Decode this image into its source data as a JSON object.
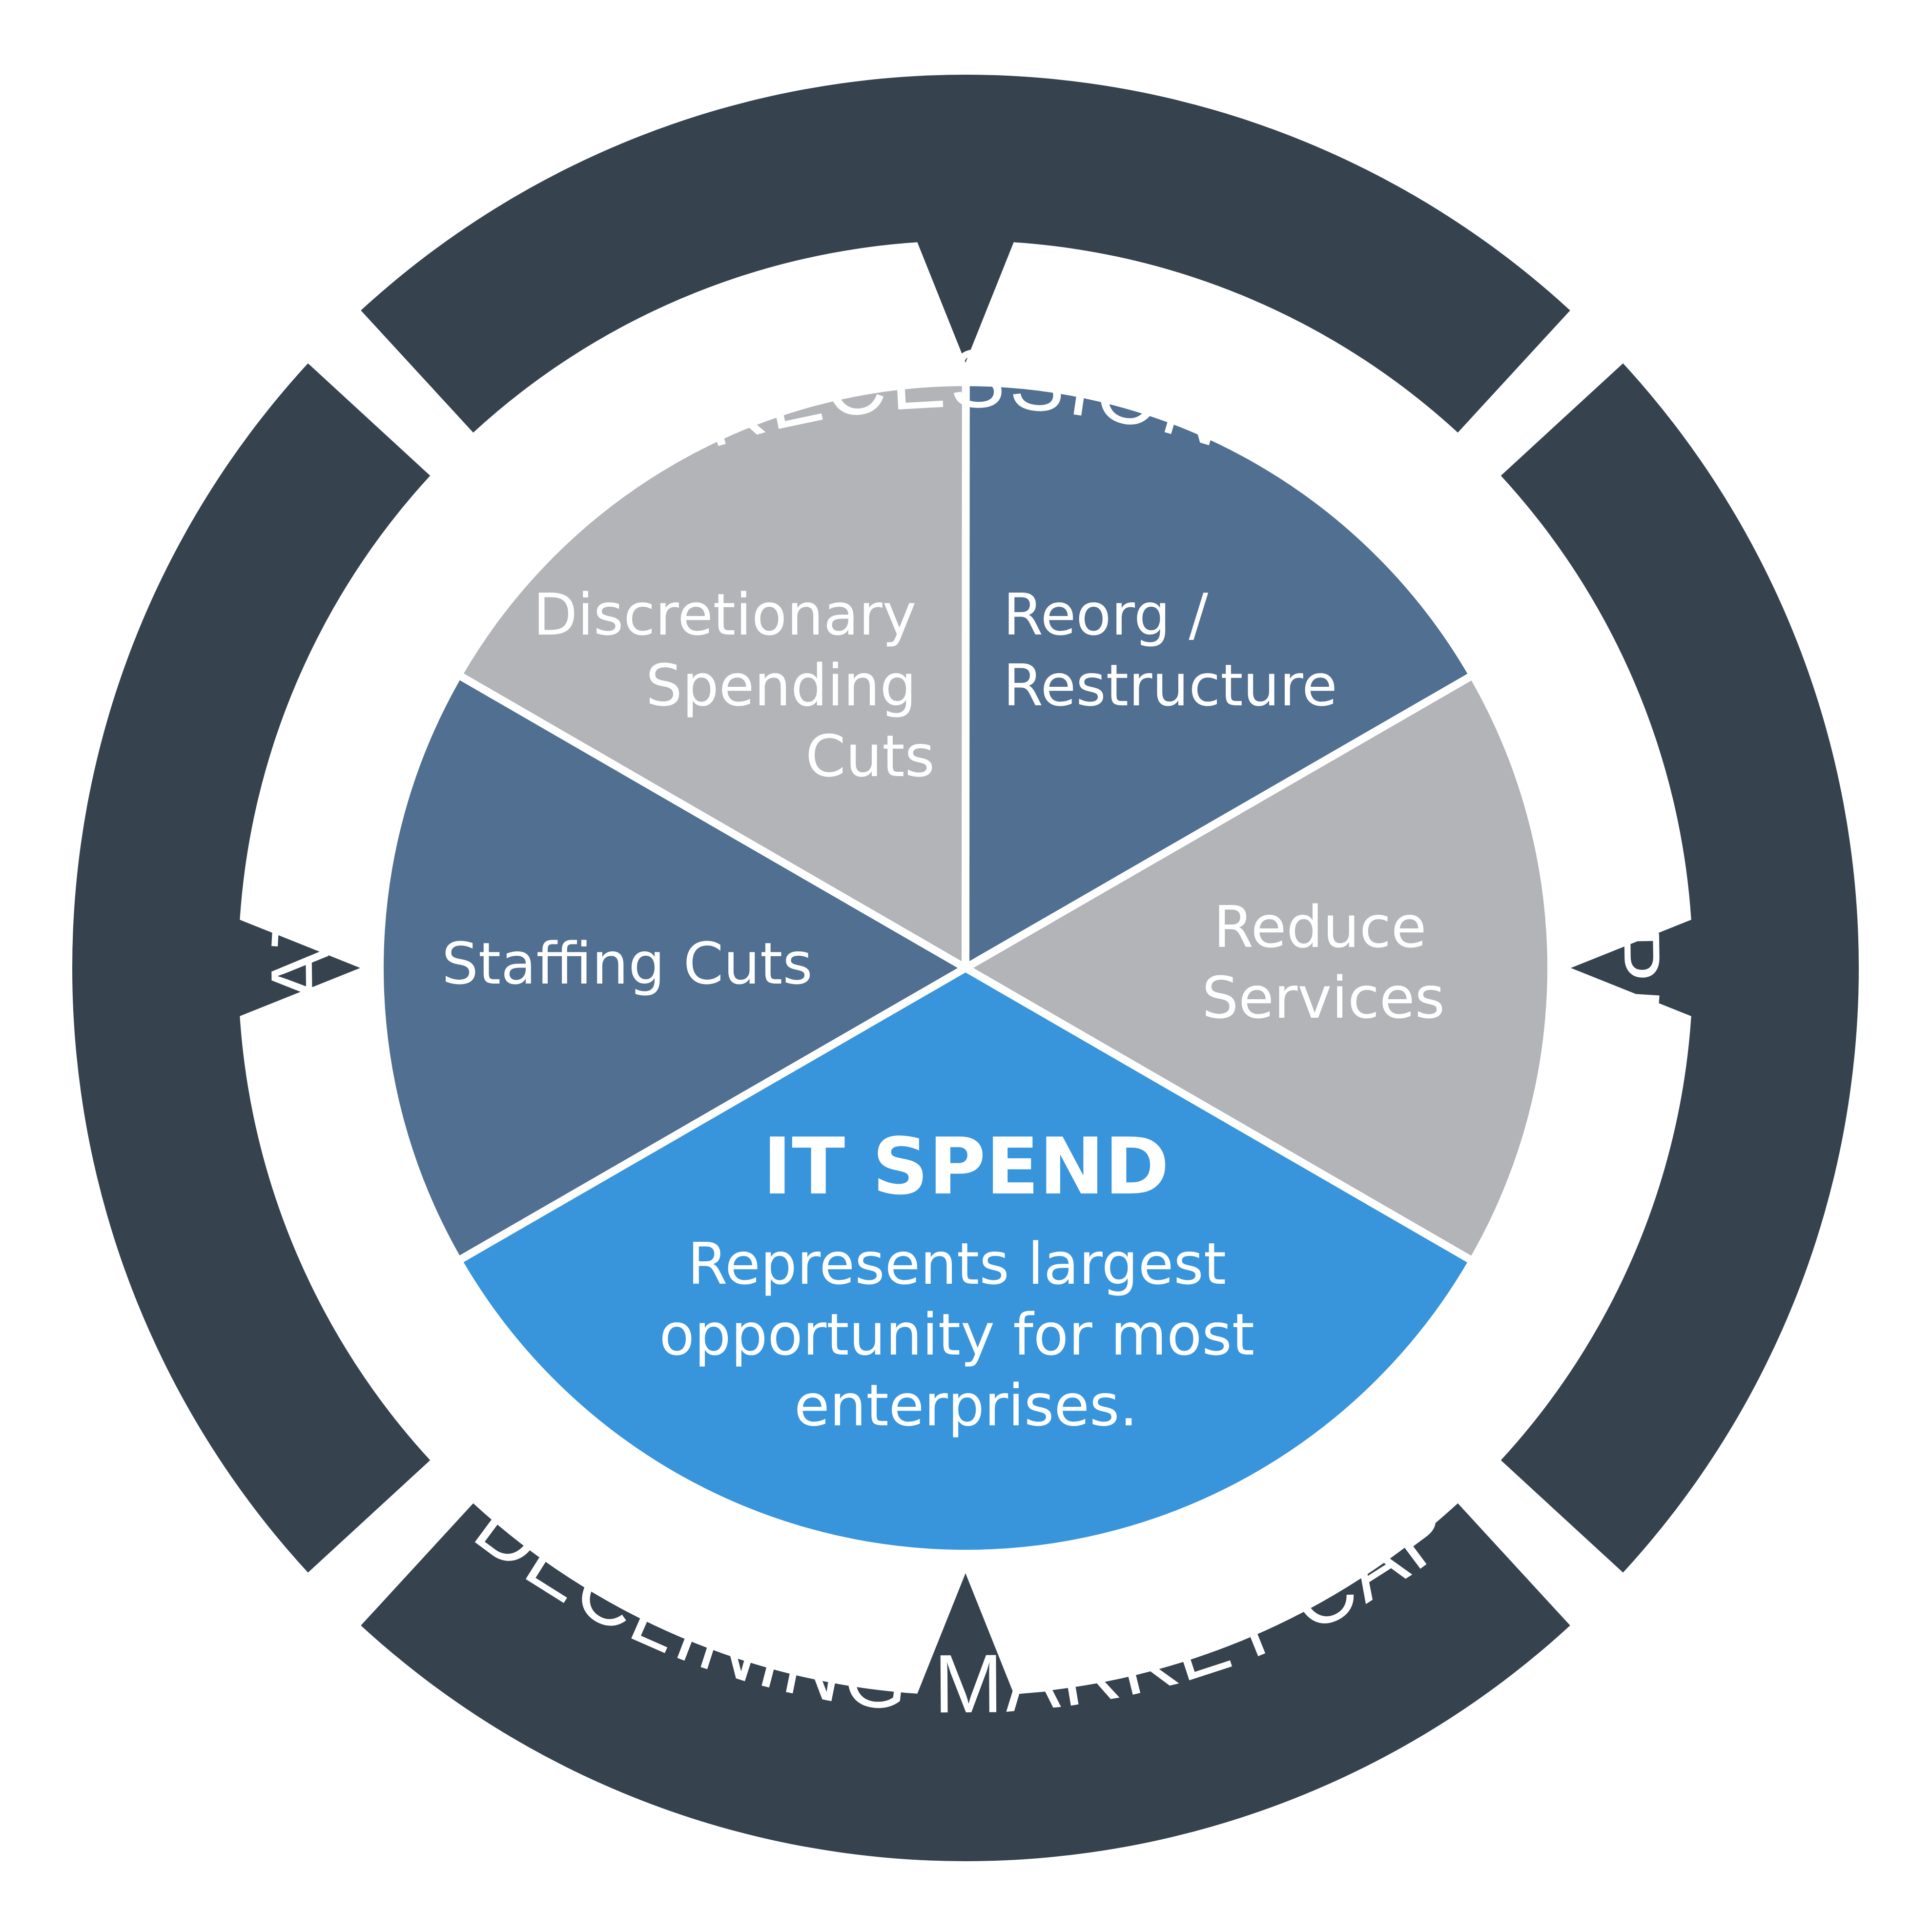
{
  "colors": {
    "ring": "#36434F",
    "slate_blue": "#516F91",
    "gray": "#B3B4B8",
    "highlight_blue": "#3895DB",
    "text": "#FFFFFF",
    "background": "#FFFFFF"
  },
  "outer_ring": {
    "segments": [
      {
        "id": "recession",
        "label": "RECESSION",
        "position": "top"
      },
      {
        "id": "rising-input-costs",
        "label": "RISING INPUT COSTS",
        "position": "right"
      },
      {
        "id": "declining-market-cap",
        "label": "DECLINING MARKET CAP",
        "position": "bottom"
      },
      {
        "id": "inflation",
        "label": "INFLATION",
        "position": "left"
      }
    ]
  },
  "pie": {
    "slices": [
      {
        "id": "reorg-restructure",
        "lines": [
          "Reorg /",
          "Restructure"
        ],
        "color": "#516F91",
        "share": 0.1667
      },
      {
        "id": "reduce-services",
        "lines": [
          "Reduce",
          "Services"
        ],
        "color": "#B3B4B8",
        "share": 0.1667
      },
      {
        "id": "it-spend",
        "title": "IT SPEND",
        "lines": [
          "Represents largest",
          "opportunity for most",
          "enterprises."
        ],
        "color": "#3895DB",
        "share": 0.3333
      },
      {
        "id": "staffing-cuts",
        "lines": [
          "Staffing Cuts"
        ],
        "color": "#516F91",
        "share": 0.1667
      },
      {
        "id": "discretionary-spending-cuts",
        "lines": [
          "Discretionary",
          "Spending",
          "Cuts"
        ],
        "color": "#B3B4B8",
        "share": 0.1667
      }
    ]
  }
}
